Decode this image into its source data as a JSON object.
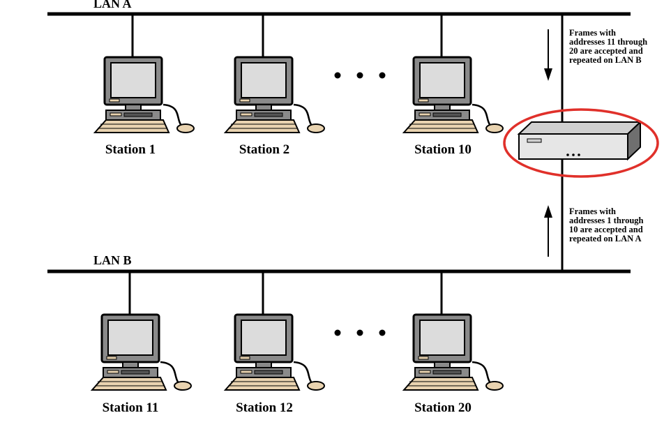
{
  "lan_a": {
    "label": "LAN A"
  },
  "lan_b": {
    "label": "LAN B"
  },
  "stations_a": [
    "Station 1",
    "Station 2",
    "Station 10"
  ],
  "stations_b": [
    "Station 11",
    "Station 12",
    "Station 20"
  ],
  "note_a_to_b": [
    "Frames with",
    "addresses 11 through",
    "20 are accepted and",
    "repeated on LAN B"
  ],
  "note_b_to_a": [
    "Frames with",
    "addresses 1 through",
    "10 are accepted and",
    "repeated on LAN A"
  ],
  "colors": {
    "line": "#000000",
    "monitor_bezel": "#8a8a8a",
    "screen": "#dcdcdc",
    "keyboard": "#e9d3b0",
    "bridge_top": "#cfcfcf",
    "bridge_front": "#e6e6e6",
    "bridge_side": "#6f6f6f",
    "highlight": "#e0302a"
  }
}
